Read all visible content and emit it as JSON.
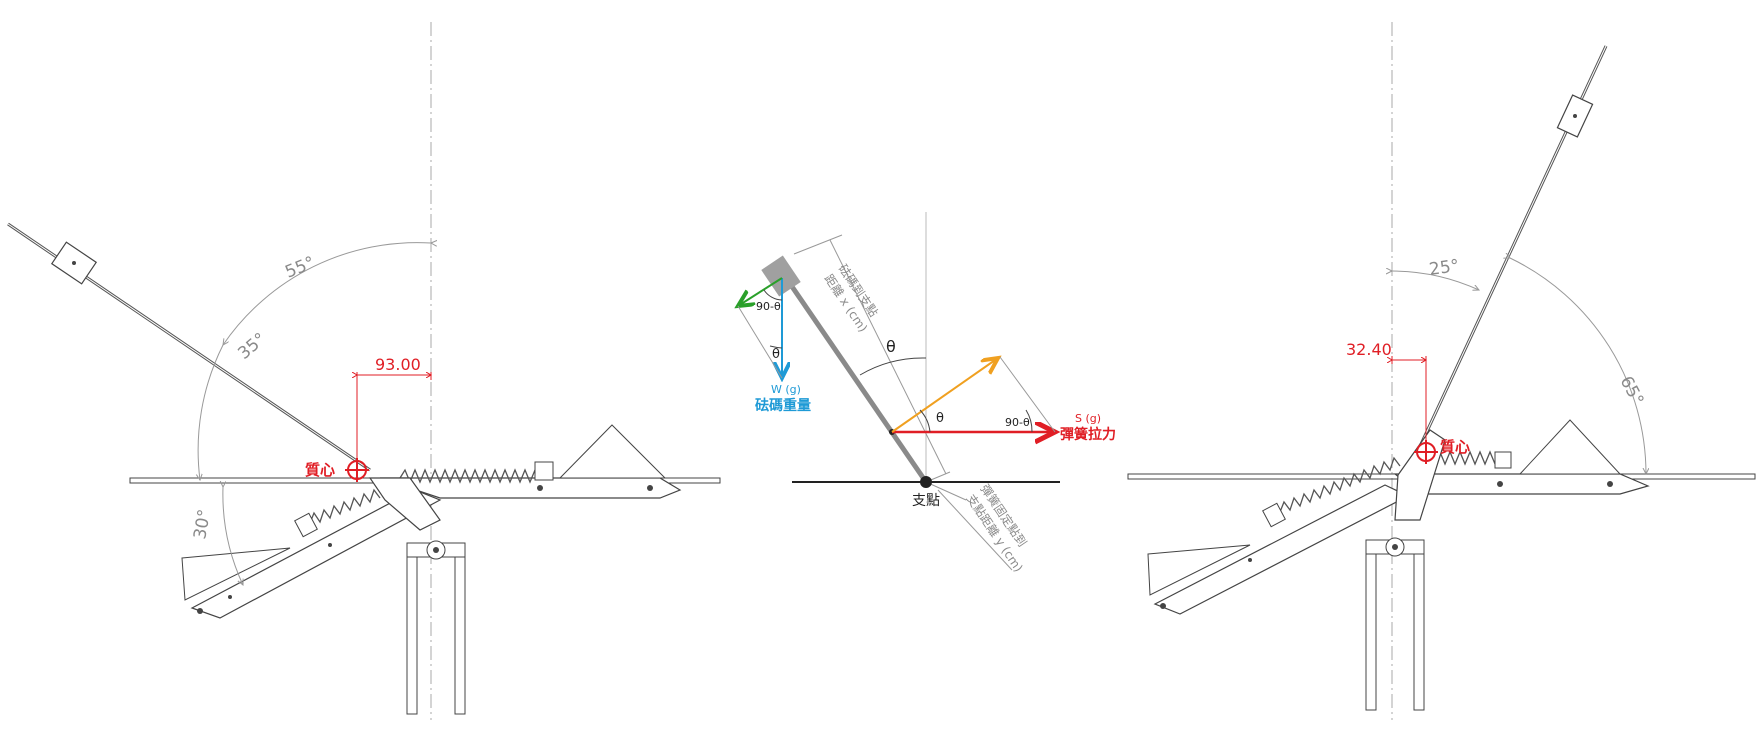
{
  "left_figure": {
    "angle_upper": "55°",
    "angle_inner": "35°",
    "angle_lower": "30°",
    "dimension": "93.00",
    "center_of_mass": "質心"
  },
  "middle_figure": {
    "theta_top": "θ",
    "theta_weight": "θ",
    "theta_spring": "θ",
    "complement_weight": "90-θ",
    "complement_spring": "90-θ",
    "weight_unit": "W (g)",
    "weight_label": "砝碼重量",
    "spring_unit": "S (g)",
    "spring_label": "彈簧拉力",
    "fulcrum_label": "支點",
    "distance_x_line1": "砝碼到支點",
    "distance_x_line2": "距離 x (cm)",
    "distance_y_line1": "彈簧固定點到",
    "distance_y_line2": "支點距離 y (cm)",
    "colors": {
      "weight": "#1e9ad6",
      "spring": "#e01e25",
      "spring_component": "#f0a020",
      "weight_component": "#2aa02a"
    }
  },
  "right_figure": {
    "angle_upper": "25°",
    "angle_lower": "65°",
    "dimension": "32.40",
    "center_of_mass": "質心"
  }
}
